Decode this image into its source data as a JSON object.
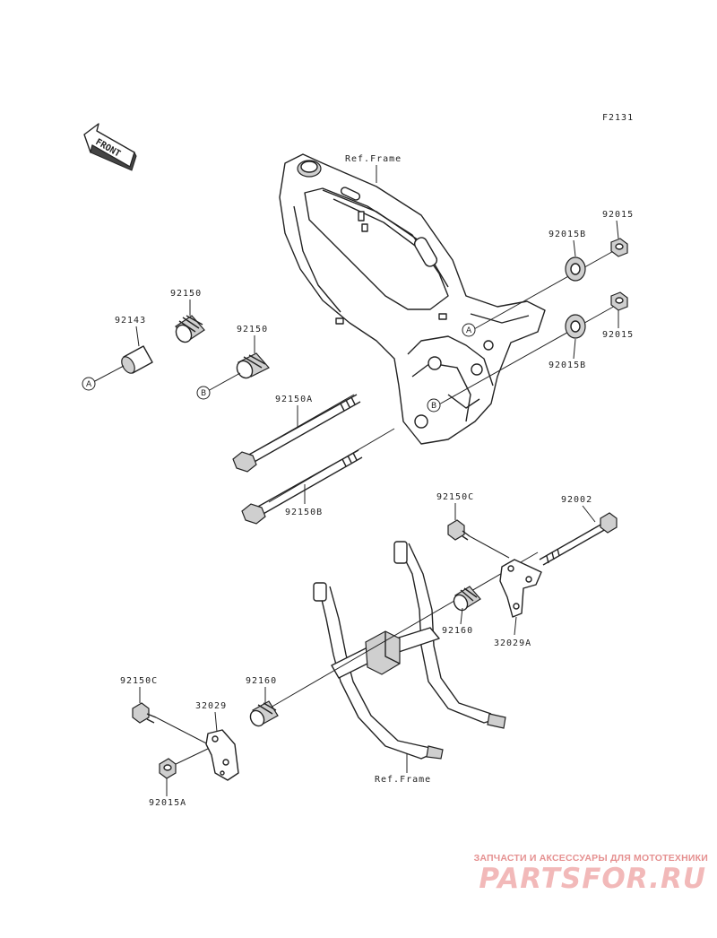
{
  "figure_code": "F2131",
  "front_arrow_label": "FRONT",
  "labels": {
    "ref_frame_top": "Ref.Frame",
    "ref_frame_bottom": "Ref.Frame",
    "p92015_top": "92015",
    "p92015B_top": "92015B",
    "p92015_mid": "92015",
    "p92015B_mid": "92015B",
    "p92150_a": "92150",
    "p92150_b": "92150",
    "p92143": "92143",
    "p92150A": "92150A",
    "p92150B": "92150B",
    "p92150C_right": "92150C",
    "p92002": "92002",
    "p92160_right": "92160",
    "p32029A": "32029A",
    "p92150C_left": "92150C",
    "p32029": "32029",
    "p92160_left": "92160",
    "p92015A": "92015A"
  },
  "callouts": {
    "a_left": "A",
    "b_left": "B",
    "a_frame": "A",
    "b_frame": "B"
  },
  "watermark": {
    "tagline": "ЗАПЧАСТИ И АКСЕССУАРЫ ДЛЯ МОТОТЕХНИКИ",
    "logo": "PARTSFOR.RU"
  },
  "colors": {
    "line": "#222222",
    "watermark_text": "#e59090",
    "watermark_logo": "#f2b9b9"
  }
}
